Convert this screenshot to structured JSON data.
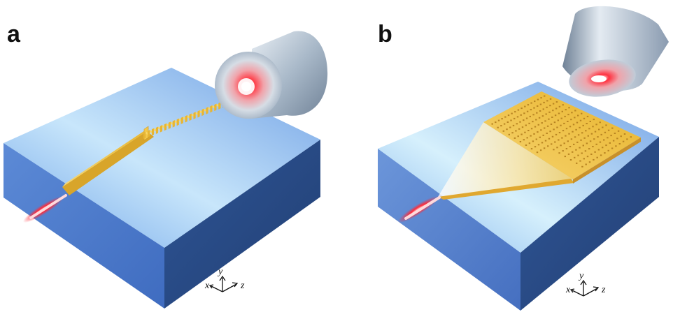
{
  "panels": [
    {
      "label": "a",
      "grating_type": "1D grating coupler",
      "axes": {
        "x": "x",
        "y": "y",
        "z": "z"
      }
    },
    {
      "label": "b",
      "grating_type": "2D grating coupler",
      "axes": {
        "x": "x",
        "y": "y",
        "z": "z"
      }
    }
  ],
  "colors": {
    "substrate_top": "#8fc4f2",
    "substrate_left": "#4f7fd0",
    "substrate_right": "#2d4f8c",
    "gold": "#f0c23c",
    "laser": "#ff2030",
    "fiber_cylinder": "#b8c6d4"
  },
  "icons": [
    "optical-fiber-icon",
    "laser-beam-icon",
    "axis-triad-icon"
  ]
}
